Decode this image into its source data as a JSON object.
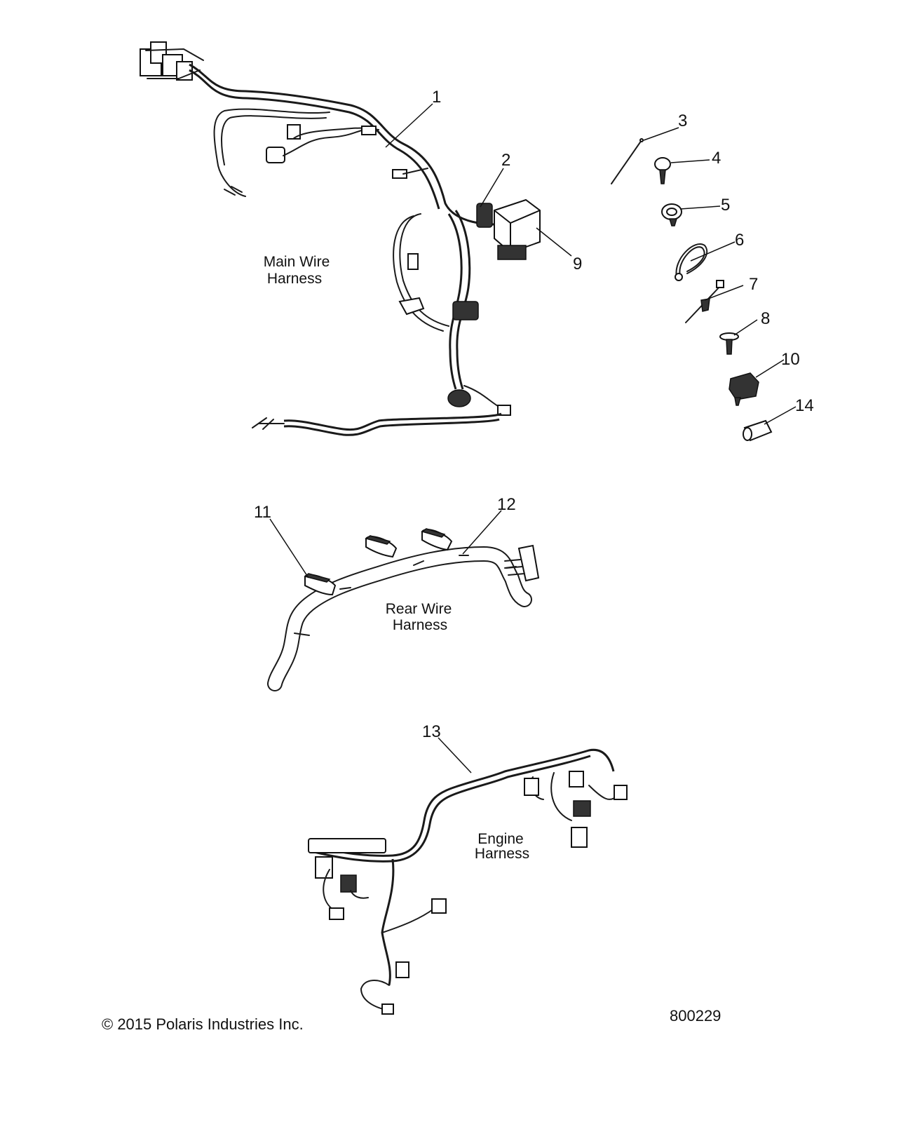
{
  "callouts": [
    "1",
    "2",
    "3",
    "4",
    "5",
    "6",
    "7",
    "8",
    "9",
    "10",
    "11",
    "12",
    "13",
    "14"
  ],
  "labels": {
    "main_line1": "Main Wire",
    "main_line2": "Harness",
    "rear_line1": "Rear Wire",
    "rear_line2": "Harness",
    "engine_line1": "Engine",
    "engine_line2": "Harness"
  },
  "footer": {
    "copyright": "© 2015 Polaris Industries Inc.",
    "drawing_number": "800229"
  },
  "colors": {
    "ink": "#111111",
    "background": "#ffffff"
  }
}
